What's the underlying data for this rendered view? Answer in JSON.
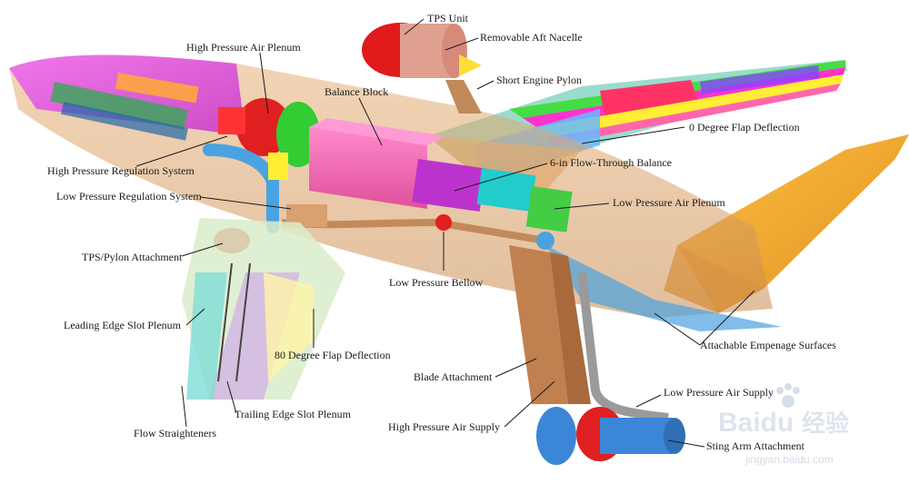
{
  "labels": {
    "tps_unit": "TPS Unit",
    "removable_aft_nacelle": "Removable Aft Nacelle",
    "short_engine_pylon": "Short Engine Pylon",
    "high_pressure_air_plenum": "High Pressure Air Plenum",
    "balance_block": "Balance Block",
    "zero_degree_flap": "0 Degree Flap Deflection",
    "flow_through_balance": "6-in Flow-Through Balance",
    "high_pressure_regulation": "High Pressure Regulation System",
    "low_pressure_regulation": "Low Pressure Regulation System",
    "low_pressure_air_plenum": "Low Pressure Air Plenum",
    "tps_pylon_attachment": "TPS/Pylon Attachment",
    "low_pressure_bellow": "Low Pressure Bellow",
    "leading_edge_slot_plenum": "Leading Edge Slot Plenum",
    "eighty_degree_flap": "80 Degree Flap Deflection",
    "attachable_empenage": "Attachable Empenage Surfaces",
    "blade_attachment": "Blade Attachment",
    "low_pressure_air_supply": "Low Pressure Air Supply",
    "trailing_edge_slot_plenum": "Trailing Edge Slot Plenum",
    "high_pressure_air_supply": "High Pressure Air Supply",
    "sting_arm_attachment": "Sting Arm Attachment",
    "flow_straighteners": "Flow Straighteners"
  },
  "watermark": {
    "brand": "Baidu",
    "cn": "经验",
    "url": "jingyan.baidu.com"
  }
}
